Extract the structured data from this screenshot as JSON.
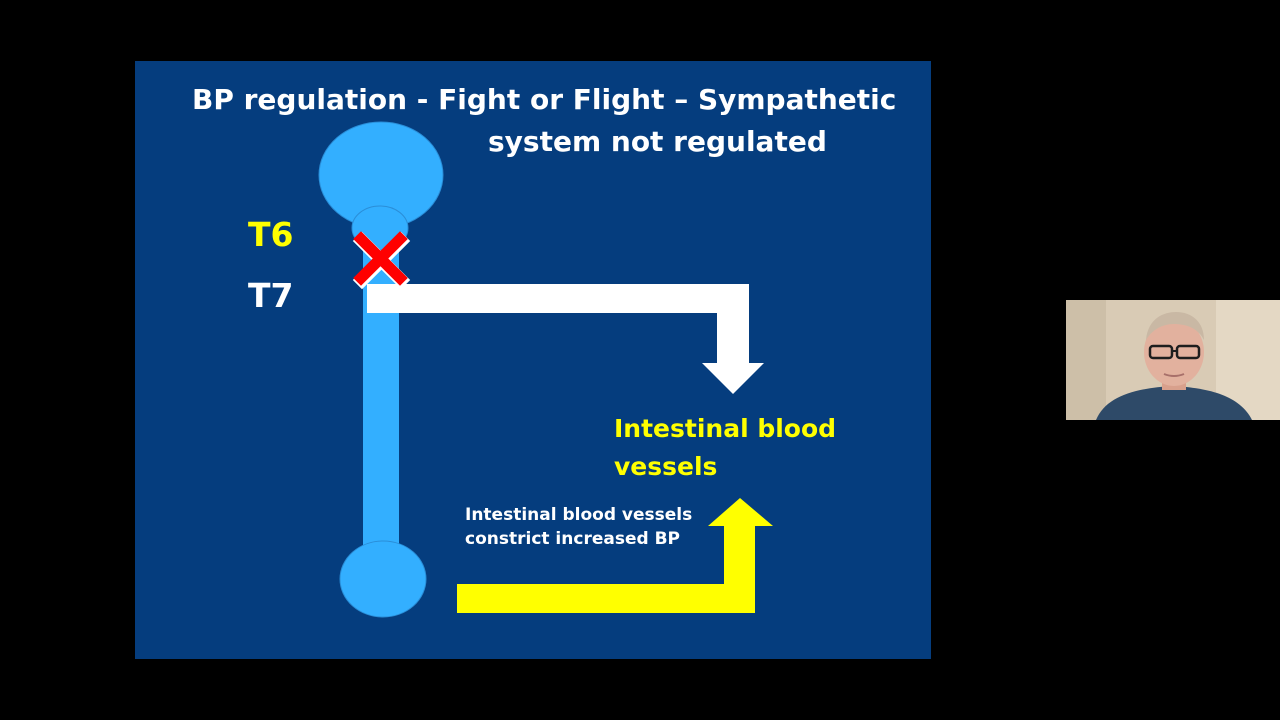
{
  "slide": {
    "title_line_1": "BP regulation  - Fight or Flight – Sympathetic",
    "title_line_2": "system not regulated",
    "label_t6": "T6",
    "label_t7": "T7",
    "target_line_1": "Intestinal  blood",
    "target_line_2": "vessels",
    "note_line_1": "Intestinal  blood vessels",
    "note_line_2": "constrict increased BP"
  },
  "colors": {
    "page_background": "#000000",
    "slide_background": "#053D7E",
    "spinal_cord_blue": "#33AFFF",
    "spinal_cord_outline": "#2A8ED8",
    "white_arrow": "#FFFFFF",
    "yellow_arrow": "#FFFF00",
    "title_text": "#FFFFFF",
    "t6_text": "#FFFF00",
    "t7_text": "#FFFFFF",
    "target_text": "#FFFF00",
    "note_text": "#FFFFFF",
    "block_mark": "#FF0000"
  },
  "icons": {
    "block_mark": "red-x-icon",
    "efferent_arrow": "white-elbow-arrow-down",
    "feedback_arrow": "yellow-elbow-arrow-up"
  }
}
